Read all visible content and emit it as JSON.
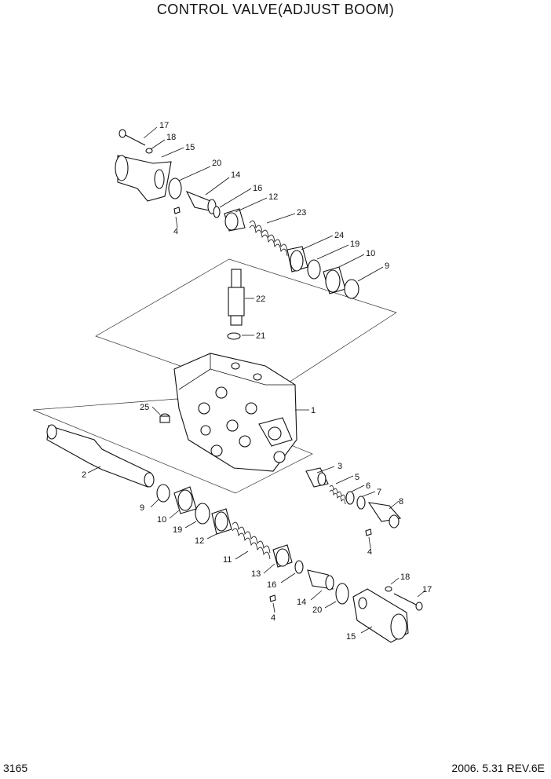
{
  "title": "CONTROL VALVE(ADJUST BOOM)",
  "page_number": "3165",
  "revision": "2006. 5.31  REV.6E",
  "callouts": {
    "c17a": "17",
    "c18a": "18",
    "c15a": "15",
    "c20a": "20",
    "c14a": "14",
    "c16a": "16",
    "c12a": "12",
    "c4a": "4",
    "c23": "23",
    "c24": "24",
    "c19a": "19",
    "c10a": "10",
    "c9a": "9",
    "c22": "22",
    "c21": "21",
    "c1": "1",
    "c25": "25",
    "c2": "2",
    "c3": "3",
    "c5": "5",
    "c6": "6",
    "c7": "7",
    "c8": "8",
    "c4b": "4",
    "c9b": "9",
    "c10b": "10",
    "c19b": "19",
    "c12b": "12",
    "c11": "11",
    "c13": "13",
    "c16b": "16",
    "c14b": "14",
    "c20b": "20",
    "c4c": "4",
    "c18b": "18",
    "c17b": "17",
    "c15b": "15"
  }
}
